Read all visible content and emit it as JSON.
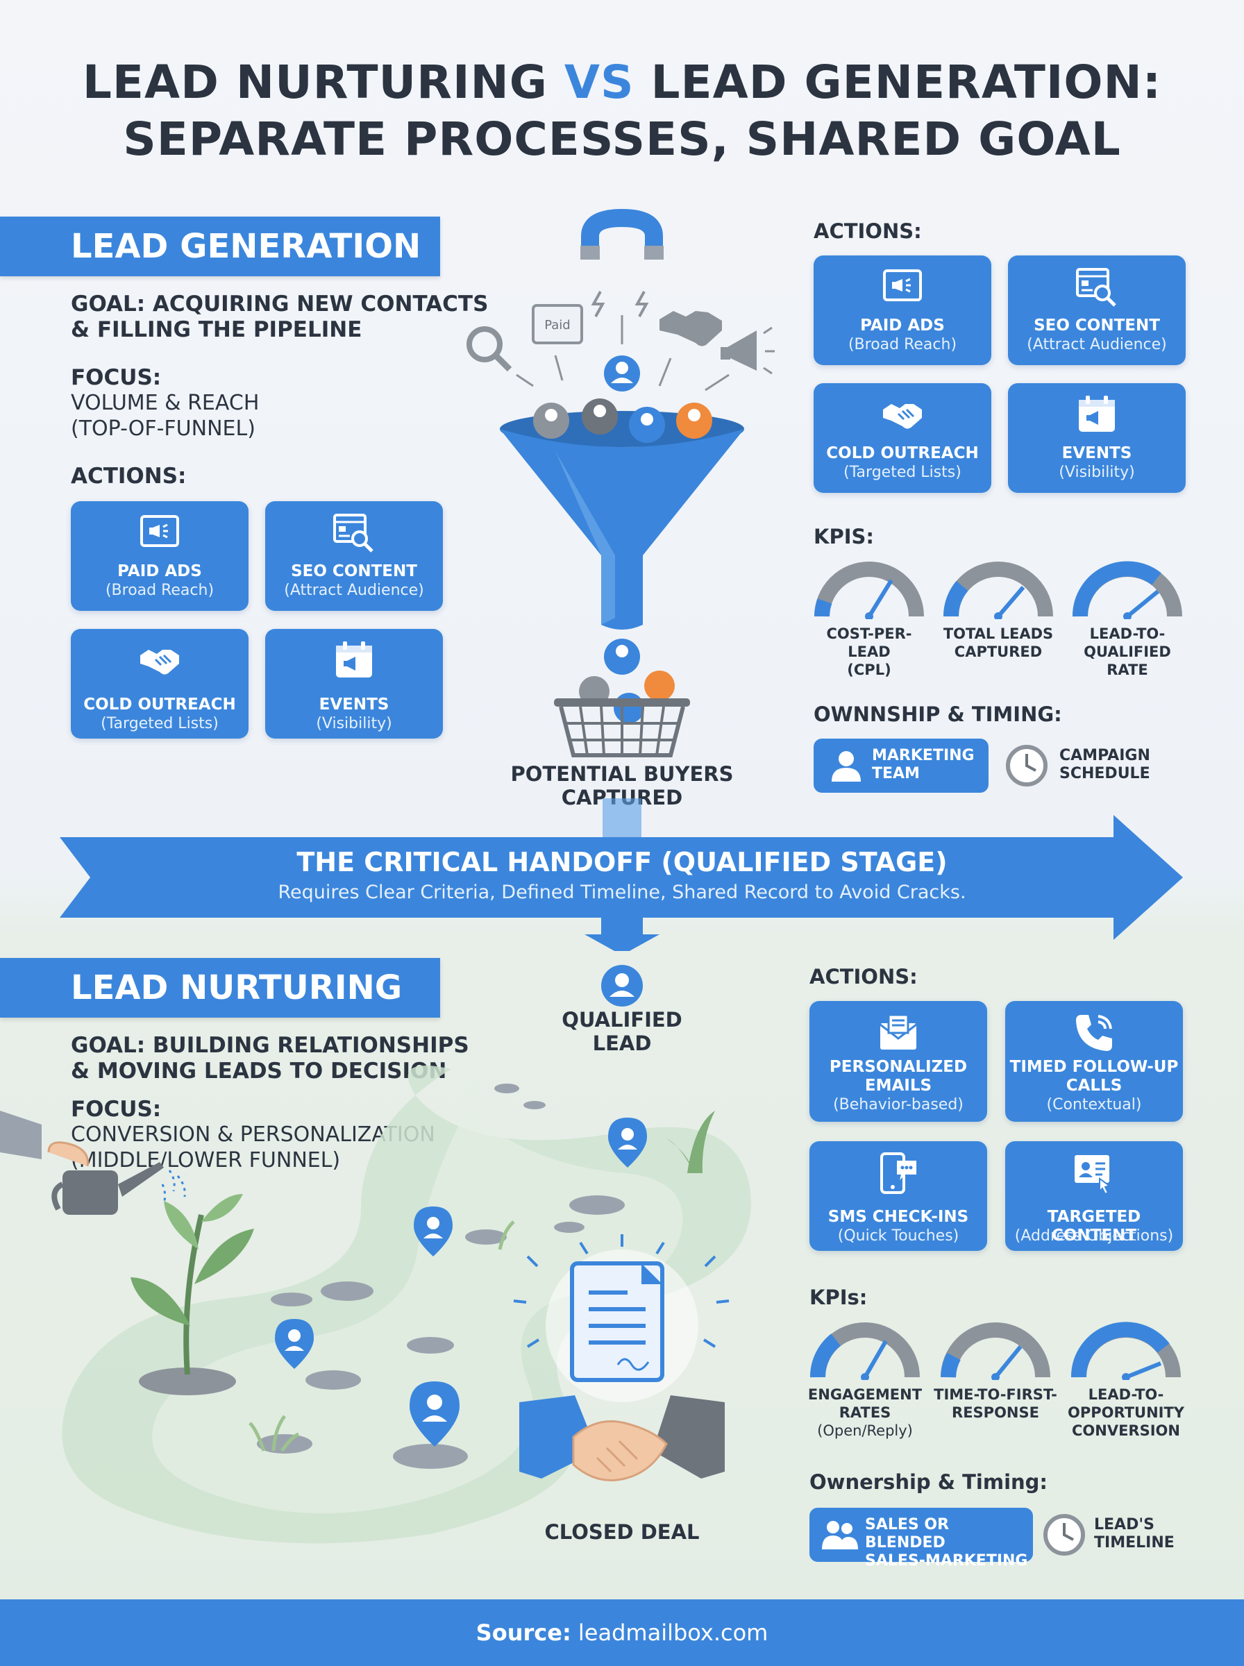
{
  "title": {
    "part1": "LEAD NURTURING ",
    "vs": "VS",
    "part2": " LEAD GENERATION:",
    "line2": "SEPARATE PROCESSES, SHARED GOAL"
  },
  "generation": {
    "banner": "LEAD GENERATION",
    "goal_line1": "GOAL: ACQUIRING NEW CONTACTS",
    "goal_line2": "& FILLING THE PIPELINE",
    "focus_label": "FOCUS:",
    "focus_line1": "VOLUME & REACH",
    "focus_line2": "(TOP-OF-FUNNEL)",
    "actions_label": "ACTIONS:",
    "actions": [
      {
        "title": "PAID ADS",
        "sub": "(Broad Reach)",
        "icon": "ad-screen-icon"
      },
      {
        "title": "SEO CONTENT",
        "sub": "(Attract Audience)",
        "icon": "seo-magnifier-icon"
      },
      {
        "title": "COLD OUTREACH",
        "sub": "(Targeted Lists)",
        "icon": "handshake-icon"
      },
      {
        "title": "EVENTS",
        "sub": "(Visibility)",
        "icon": "calendar-megaphone-icon"
      }
    ],
    "right_actions_label": "ACTIONS:",
    "kpis_label": "KPIS:",
    "kpis": [
      {
        "line1": "COST-PER-LEAD",
        "line2": "(CPL)",
        "line3": ""
      },
      {
        "line1": "TOTAL LEADS",
        "line2": "CAPTURED",
        "line3": ""
      },
      {
        "line1": "LEAD-TO-",
        "line2": "QUALIFIED",
        "line3": "RATE"
      }
    ],
    "ownership_label": "OWNNSHIP & TIMING:",
    "owner_line1": "MARKETING",
    "owner_line2": "TEAM",
    "timing_line1": "CAMPAIGN",
    "timing_line2": "SCHEDULE",
    "funnel_paid_tag": "Paid",
    "funnel_caption_line1": "POTENTIAL BUYERS",
    "funnel_caption_line2": "CAPTURED"
  },
  "handoff": {
    "title": "THE CRITICAL HANDOFF (QUALIFIED STAGE)",
    "subtitle": "Requires Clear Criteria, Defined Timeline, Shared Record to Avoid Cracks."
  },
  "nurturing": {
    "banner": "LEAD NURTURING",
    "goal_line1": "GOAL: BUILDING RELATIONSHIPS",
    "goal_line2": "& MOVING LEADS TO DECISION",
    "focus_label": "FOCUS:",
    "focus_line1": "CONVERSION & PERSONALIZATION",
    "focus_line2": "(MIDDLE/LOWER FUNNEL)",
    "qualified_line1": "QUALIFIED",
    "qualified_line2": "LEAD",
    "closed_deal": "CLOSED DEAL",
    "actions_label": "ACTIONS:",
    "actions": [
      {
        "line1": "PERSONALIZED",
        "line2": "EMAILS",
        "sub": "(Behavior-based)",
        "icon": "envelope-icon"
      },
      {
        "line1": "TIMED FOLLOW-UP",
        "line2": "CALLS",
        "sub": "(Contextual)",
        "icon": "phone-icon"
      },
      {
        "line1": "SMS CHECK-INS",
        "line2": "",
        "sub": "(Quick Touches)",
        "icon": "sms-phone-icon"
      },
      {
        "line1": "TARGETED CONTENT",
        "line2": "",
        "sub": "(Address Objections)",
        "icon": "content-screen-icon"
      }
    ],
    "kpis_label": "KPIs:",
    "kpis": [
      {
        "line1": "ENGAGEMENT",
        "line2": "RATES",
        "line3": "(Open/Reply)"
      },
      {
        "line1": "TIME-TO-FIRST-",
        "line2": "RESPONSE",
        "line3": ""
      },
      {
        "line1": "LEAD-TO-",
        "line2": "OPPORTUNITY",
        "line3": "CONVERSION"
      }
    ],
    "ownership_label": "Ownership & Timing:",
    "owner_line1": "SALES OR BLENDED",
    "owner_line2": "SALES-MARKETING",
    "timing_line1": "LEAD'S",
    "timing_line2": "TIMELINE"
  },
  "footer": {
    "source_label": "Source:",
    "source_value": " leadmailbox.com"
  },
  "colors": {
    "accent": "#3b86dc",
    "text": "#2b3440",
    "orange": "#f08a3c",
    "gray": "#8d939b"
  }
}
